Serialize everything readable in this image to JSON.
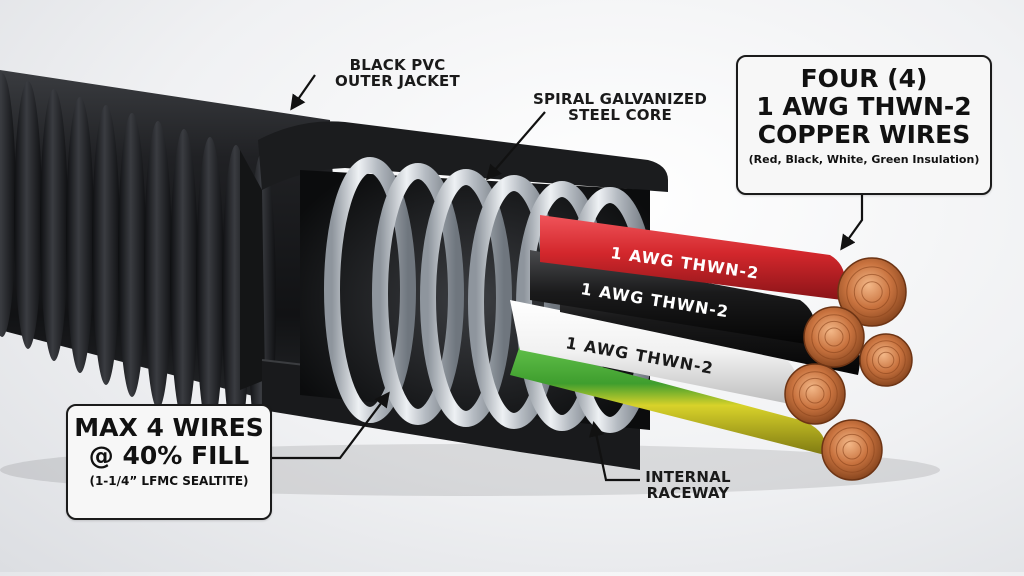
{
  "labels": {
    "jacket": [
      "BLACK PVC",
      "OUTER JACKET"
    ],
    "core": [
      "SPIRAL GALVANIZED",
      "STEEL CORE"
    ],
    "raceway": [
      "INTERNAL",
      "RACEWAY"
    ]
  },
  "callout_wires": {
    "lines": [
      "FOUR (4)",
      "1 AWG THWN-2",
      "COPPER WIRES"
    ],
    "note": "(Red, Black, White, Green Insulation)"
  },
  "callout_fill": {
    "lines": [
      "MAX 4 WIRES",
      "@ 40% FILL"
    ],
    "note": "(1-1/4” LFMC SEALTITE)"
  },
  "wire_print": {
    "red": "1 AWG  THWN-2",
    "black": "1 AWG  THWN-2",
    "white": "1 AWG  THWN-2"
  },
  "colors": {
    "jacket": "#1c1d1f",
    "steel": "#c9ced4",
    "red": "#d3272c",
    "black": "#1a1a1a",
    "white": "#f2f2f2",
    "green_yellow": "#3f9e2e",
    "copper": "#c9733f"
  }
}
